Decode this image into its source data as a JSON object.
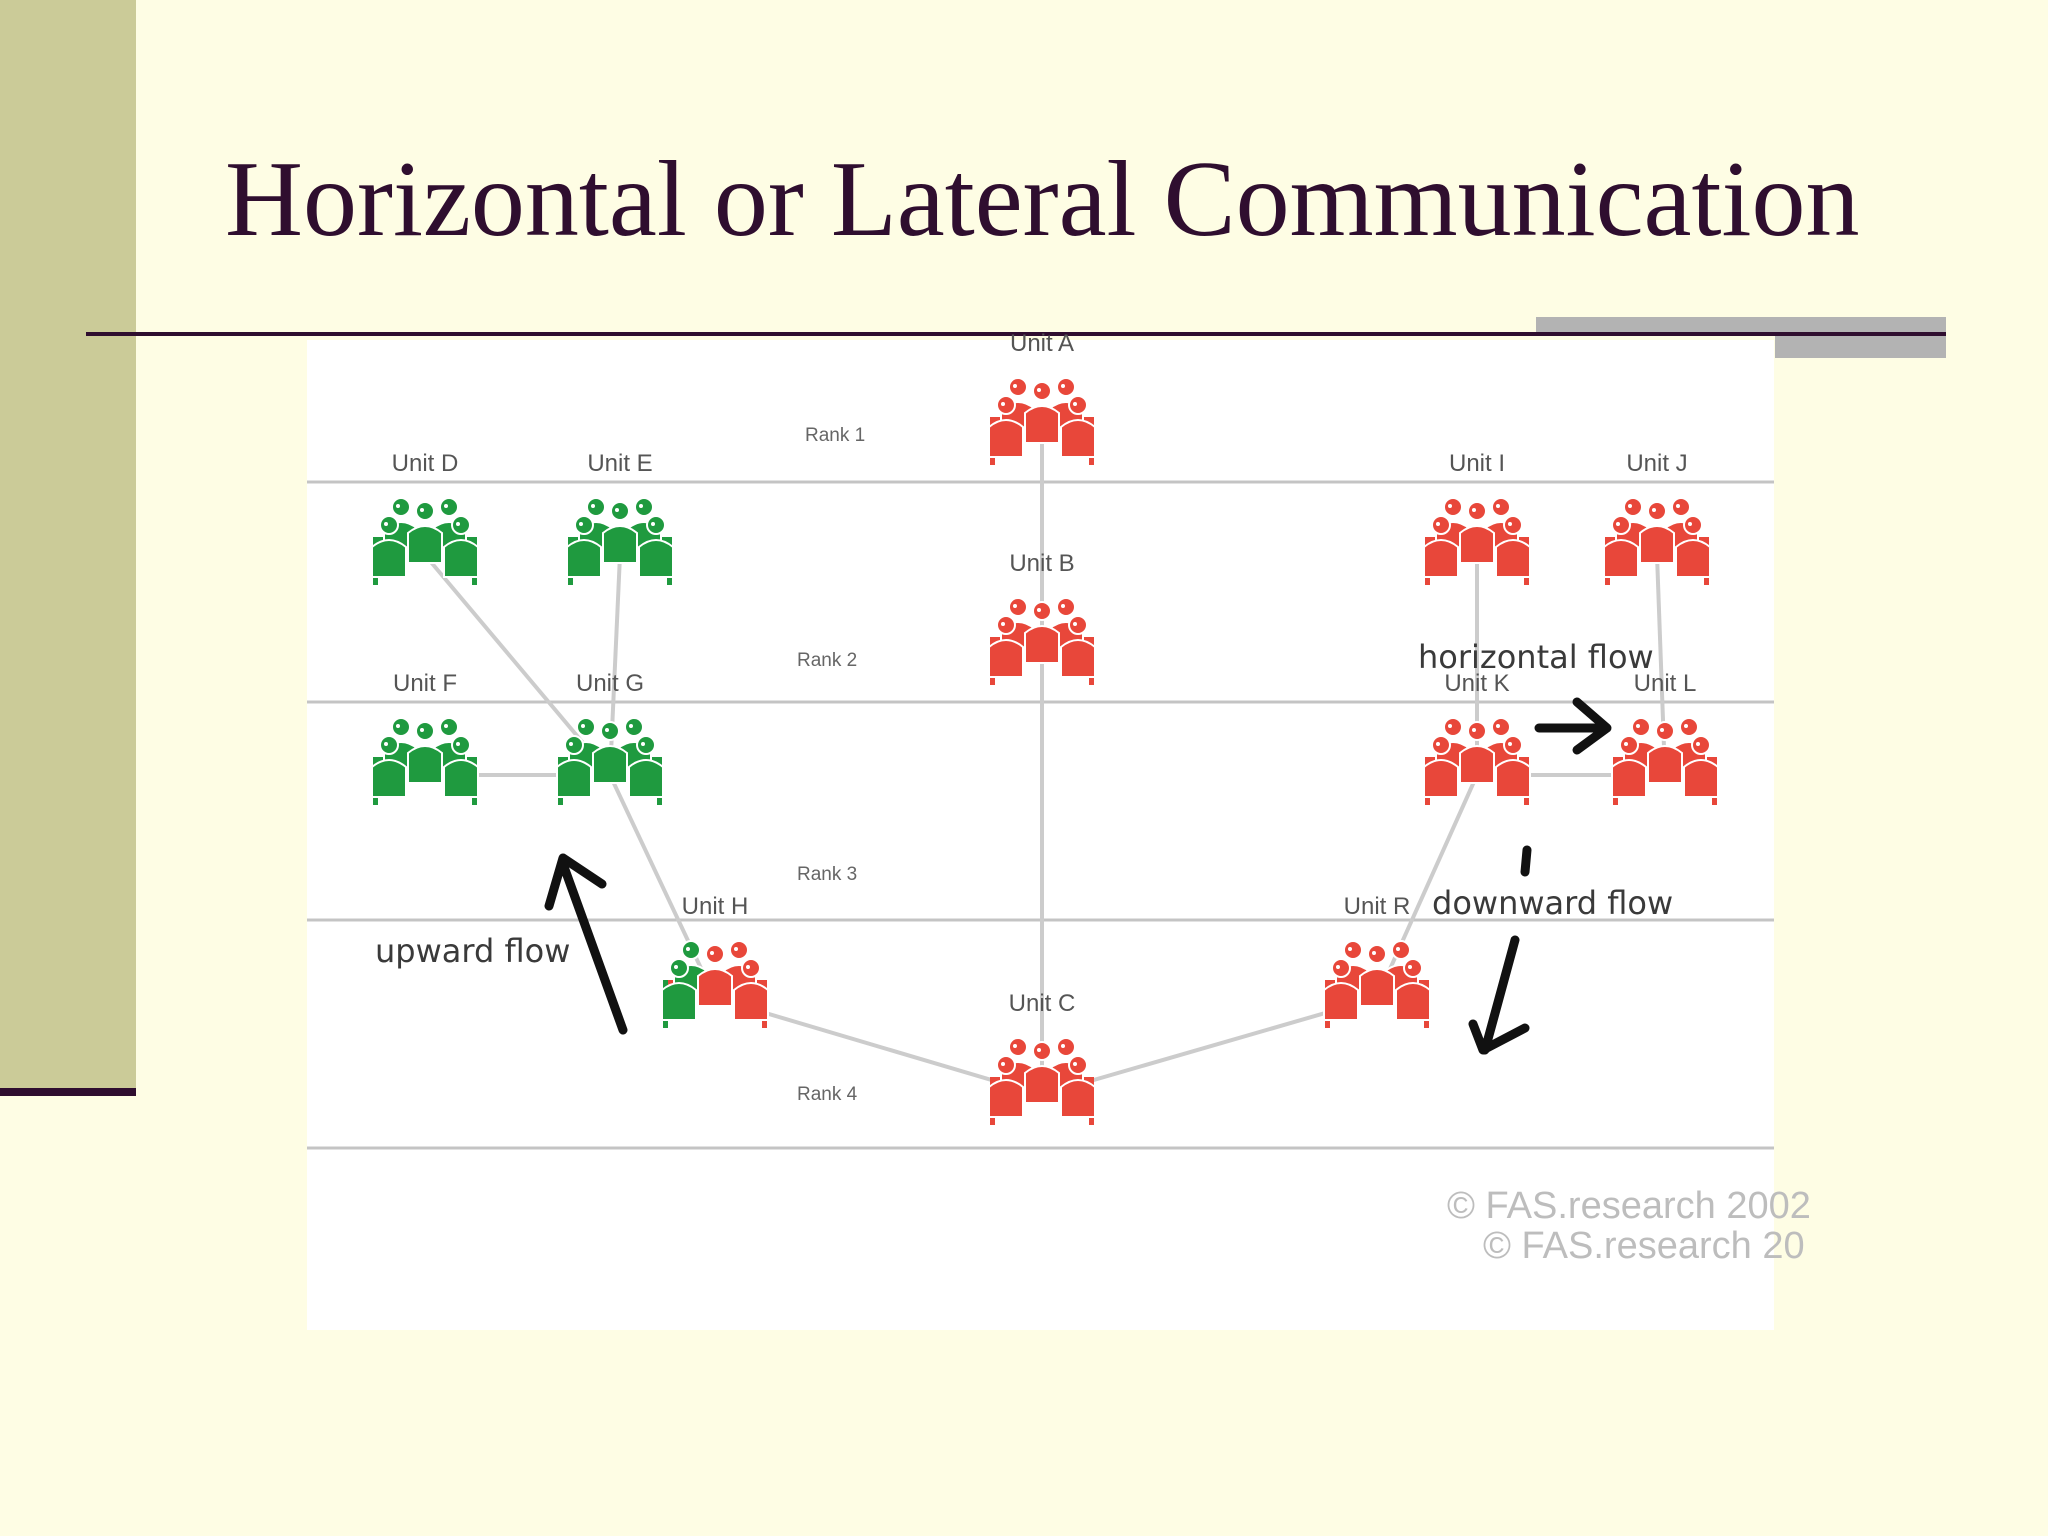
{
  "slide": {
    "title": "Horizontal or Lateral Communication"
  },
  "diagram": {
    "ranks": [
      "Rank 1",
      "Rank 2",
      "Rank 3",
      "Rank 4"
    ],
    "units": [
      {
        "id": "A",
        "label": "Unit A",
        "color": "red"
      },
      {
        "id": "B",
        "label": "Unit B",
        "color": "red"
      },
      {
        "id": "C",
        "label": "Unit C",
        "color": "red"
      },
      {
        "id": "D",
        "label": "Unit D",
        "color": "green"
      },
      {
        "id": "E",
        "label": "Unit E",
        "color": "green"
      },
      {
        "id": "F",
        "label": "Unit F",
        "color": "green"
      },
      {
        "id": "G",
        "label": "Unit G",
        "color": "green"
      },
      {
        "id": "H",
        "label": "Unit H",
        "color": "mixed"
      },
      {
        "id": "I",
        "label": "Unit I",
        "color": "red"
      },
      {
        "id": "J",
        "label": "Unit J",
        "color": "red"
      },
      {
        "id": "K",
        "label": "Unit K",
        "color": "red"
      },
      {
        "id": "L",
        "label": "Unit L",
        "color": "red"
      },
      {
        "id": "R",
        "label": "Unit R",
        "color": "red"
      }
    ],
    "links": [
      [
        "A",
        "B"
      ],
      [
        "B",
        "C"
      ],
      [
        "D",
        "G"
      ],
      [
        "E",
        "G"
      ],
      [
        "F",
        "G"
      ],
      [
        "G",
        "H"
      ],
      [
        "H",
        "C"
      ],
      [
        "C",
        "R"
      ],
      [
        "I",
        "K"
      ],
      [
        "J",
        "L"
      ],
      [
        "K",
        "L"
      ],
      [
        "K",
        "R"
      ]
    ],
    "flows": {
      "upward": "upward flow",
      "horizontal": "horizontal flow",
      "downward": "downward flow"
    },
    "copyright": [
      "© FAS.research 2002",
      "© FAS.research 20"
    ],
    "colors": {
      "red": "#e8473a",
      "green": "#1f9a3f",
      "link": "#cccccc",
      "rank_line": "#c4c4c4",
      "arrow": "#111111"
    }
  }
}
